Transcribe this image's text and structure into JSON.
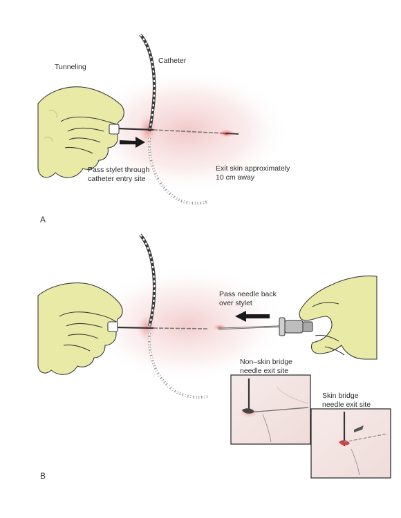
{
  "panel_a": {
    "letter": "A",
    "title": "Tunneling",
    "catheter_label": "Catheter",
    "pass_stylet_line1": "Pass stylet through",
    "pass_stylet_line2": "catheter entry site",
    "exit_skin_line1": "Exit skin approximately",
    "exit_skin_line2": "10 cm away"
  },
  "panel_b": {
    "letter": "B",
    "pass_needle_line1": "Pass needle back",
    "pass_needle_line2": "over stylet",
    "inset_non_skin_line1": "Non–skin bridge",
    "inset_non_skin_line2": "needle exit site",
    "inset_skin_line1": "Skin bridge",
    "inset_skin_line2": "needle exit site"
  },
  "colors": {
    "glove_fill": "#e9eaa6",
    "glove_shade": "#c8c97a",
    "skin_glow": "#f2c7c7",
    "inset_bg": "#f3e4e2",
    "line": "#3a3a3a"
  }
}
